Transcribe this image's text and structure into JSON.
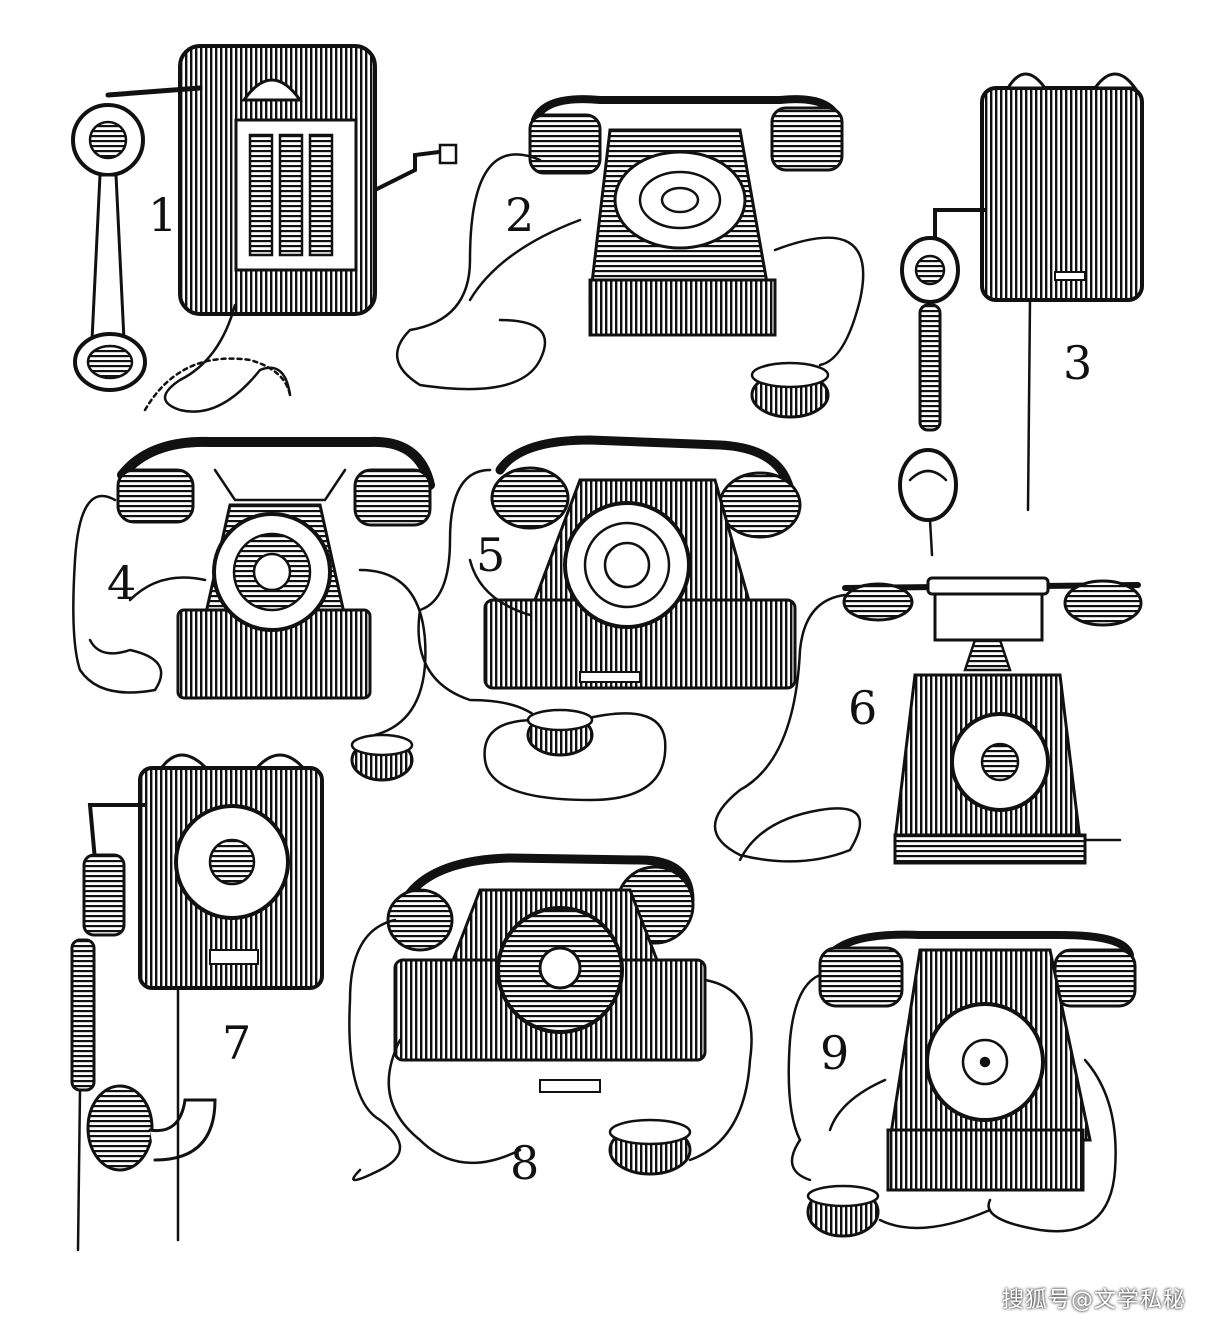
{
  "labels": [
    "1",
    "2",
    "3",
    "4",
    "5",
    "6",
    "7",
    "8",
    "9"
  ],
  "watermark": "搜狐号@文学私秘",
  "colors": {
    "ink": "#111111",
    "paper": "#ffffff"
  }
}
